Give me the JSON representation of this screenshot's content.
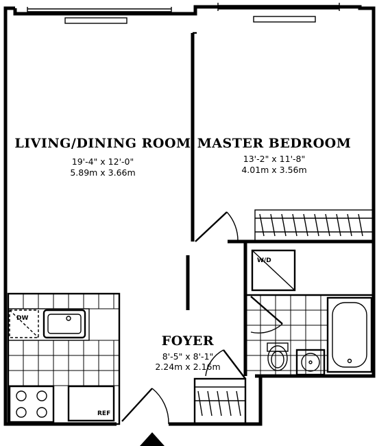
{
  "rooms": {
    "living": {
      "name": "LIVING/DINING ROOM",
      "imperial": "19'-4\" x 12'-0\"",
      "metric": "5.89m x 3.66m"
    },
    "bedroom": {
      "name": "MASTER BEDROOM",
      "imperial": "13'-2\" x 11'-8\"",
      "metric": "4.01m x 3.56m"
    },
    "foyer": {
      "name": "FOYER",
      "imperial": "8'-5\" x 8'-1\"",
      "metric": "2.24m x 2.16m"
    }
  },
  "fixtures": {
    "dishwasher": "DW",
    "washer_dryer": "W/D",
    "refrigerator": "REF"
  },
  "compass": {
    "icon": "north-arrow-icon"
  }
}
